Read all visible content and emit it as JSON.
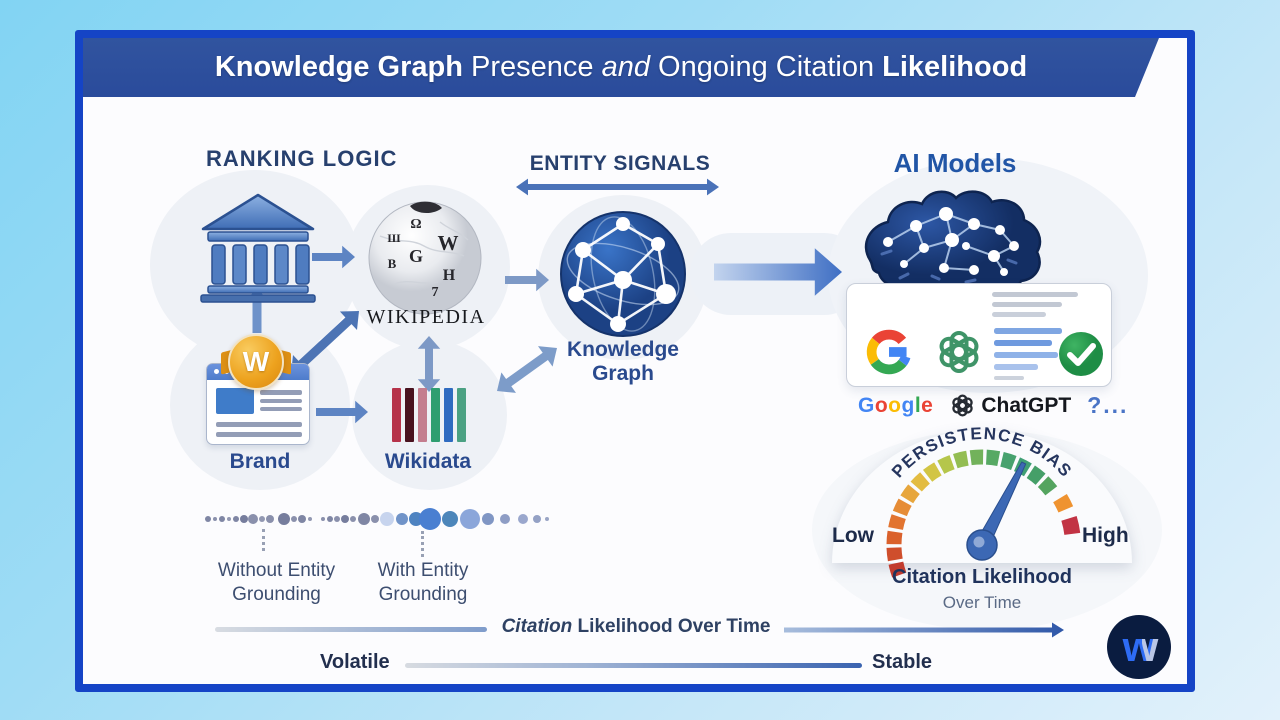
{
  "banner": {
    "title_bold_1": "Knowledge Graph",
    "title_regular_1": " Presence ",
    "title_italic": "and",
    "title_regular_2": " Ongoing Citation ",
    "title_bold_2": "Likelihood"
  },
  "sections": {
    "ranking_logic_heading": "RANKING LOGIC",
    "entity_signals_heading": "ENTITY SIGNALS",
    "ai_models_heading": "AI Models"
  },
  "nodes": {
    "brand_label": "Brand",
    "brand_badge_letter": "W",
    "wikipedia_logo_text": "WIKIPEDIA",
    "wikidata_label": "Wikidata",
    "knowledge_graph_label_line1": "Knowledge",
    "knowledge_graph_label_line2": "Graph"
  },
  "icons": {
    "bank": "classical-building",
    "wikipedia": "wikipedia-globe",
    "brand": "browser-window-with-w-badge",
    "wikidata": "color-barcode",
    "knowledge_graph": "network-sphere",
    "ai_brain": "circuit-brain-speech-bubble",
    "google": "google-g",
    "openai": "openai-knot",
    "check": "check-circle",
    "watermark": "w-logo-circle"
  },
  "ai_panel": {
    "google_letters": [
      [
        "G",
        "#4285F4"
      ],
      [
        "o",
        "#EA4335"
      ],
      [
        "o",
        "#FBBC05"
      ],
      [
        "g",
        "#4285F4"
      ],
      [
        "l",
        "#34A853"
      ],
      [
        "e",
        "#EA4335"
      ]
    ],
    "chatgpt_label": "ChatGPT",
    "more_label": "?..."
  },
  "gauge": {
    "title": "PERSISTENCE BIAS",
    "low_label": "Low",
    "high_label": "High",
    "caption_line_1": "Citation Likelihood",
    "caption_line_2": "Over Time",
    "arc_start_deg": 200,
    "arc_end_deg": 38,
    "needle_angle_deg": 63,
    "segment_colors": [
      "#c23b2e",
      "#cf4e2c",
      "#da612c",
      "#e27430",
      "#e68c36",
      "#e7a63c",
      "#e3bc41",
      "#d2c544",
      "#b5c64b",
      "#93bd52",
      "#72b25b",
      "#57a964",
      "#47a26e",
      "#3f9f74",
      "#459f68",
      "#54a45f"
    ],
    "extra_segments": [
      {
        "from": 31,
        "to": 23,
        "color": "#ef9330"
      },
      {
        "from": 17,
        "to": 7,
        "color": "#c23344"
      }
    ]
  },
  "grounding": {
    "without_label_line1": "Without Entity",
    "without_label_line2": "Grounding",
    "with_label_line1": "With Entity",
    "with_label_line2": "Grounding",
    "dots": [
      [
        4,
        3,
        "#7f86a4"
      ],
      [
        11,
        2,
        "#8a90ac"
      ],
      [
        18,
        3,
        "#7f86a4"
      ],
      [
        25,
        2,
        "#9298b2"
      ],
      [
        32,
        3,
        "#7f86a4"
      ],
      [
        40,
        4,
        "#767d9d"
      ],
      [
        49,
        5,
        "#8a90ac"
      ],
      [
        58,
        3,
        "#9298b2"
      ],
      [
        66,
        4,
        "#8a90ac"
      ],
      [
        80,
        6,
        "#767d9d"
      ],
      [
        90,
        3,
        "#8a90ac"
      ],
      [
        98,
        4,
        "#7f86a4"
      ],
      [
        106,
        2,
        "#9298b2"
      ],
      [
        119,
        2,
        "#8a90ac"
      ],
      [
        126,
        3,
        "#7f86a4"
      ],
      [
        133,
        3,
        "#8a90ac"
      ],
      [
        141,
        4,
        "#767d9d"
      ],
      [
        149,
        3,
        "#8a90ac"
      ],
      [
        160,
        6,
        "#7f86a4"
      ],
      [
        171,
        4,
        "#8a90ac"
      ],
      [
        183,
        7,
        "#c7d4ee"
      ],
      [
        198,
        6,
        "#7093c8"
      ],
      [
        212,
        7,
        "#4e83c1"
      ],
      [
        226,
        11,
        "#4a7fd1"
      ],
      [
        246,
        8,
        "#4d86ba"
      ],
      [
        266,
        10,
        "#8ba6da"
      ],
      [
        284,
        6,
        "#8096c4"
      ],
      [
        301,
        5,
        "#8e9dc5"
      ],
      [
        319,
        5,
        "#9aa7cd"
      ],
      [
        333,
        4,
        "#94a1c5"
      ],
      [
        343,
        2,
        "#9aa5c5"
      ]
    ]
  },
  "timeline": {
    "axis_label_italic": "Citation",
    "axis_label_rest": " Likelihood Over Time",
    "volatile_label": "Volatile",
    "stable_label": "Stable"
  },
  "wikipedia_glyphs": [
    [
      "Ω",
      64,
      36,
      14
    ],
    [
      "W",
      96,
      58,
      21
    ],
    [
      "Ш",
      42,
      50,
      12
    ],
    [
      "G",
      64,
      70,
      18
    ],
    [
      "B",
      40,
      76,
      13
    ],
    [
      "H",
      97,
      88,
      16
    ],
    [
      "7",
      83,
      104,
      14
    ]
  ],
  "wikidata_bar_colors": [
    "#b6334a",
    "#49121f",
    "#c47d8e",
    "#2f9e70",
    "#2f6bc0",
    "#4ba183"
  ],
  "colors": {
    "banner_bg": "#2d4f9e",
    "card_border": "#1544c6",
    "heading": "#27406e",
    "node_label": "#2a4a8e",
    "ai_heading": "#2155a6",
    "arrow": "#5d83c1",
    "needle": "#3c68b4",
    "watermark_bg": "#0a1c40"
  }
}
